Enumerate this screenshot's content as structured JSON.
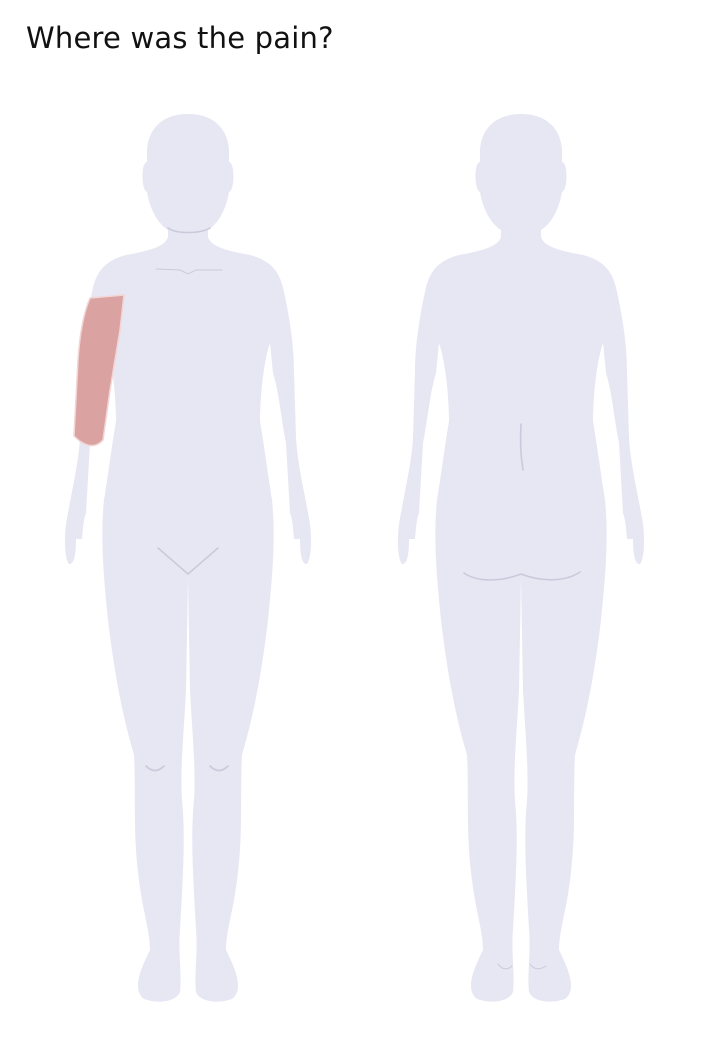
{
  "page": {
    "question": "Where was the pain?"
  },
  "body_map": {
    "views": [
      "front",
      "back"
    ],
    "selected_regions": [
      "right-upper-arm-front"
    ],
    "colors": {
      "silhouette": "#e6e7f2",
      "selected": "#dba2a2",
      "contour": "#c9cadc"
    }
  }
}
